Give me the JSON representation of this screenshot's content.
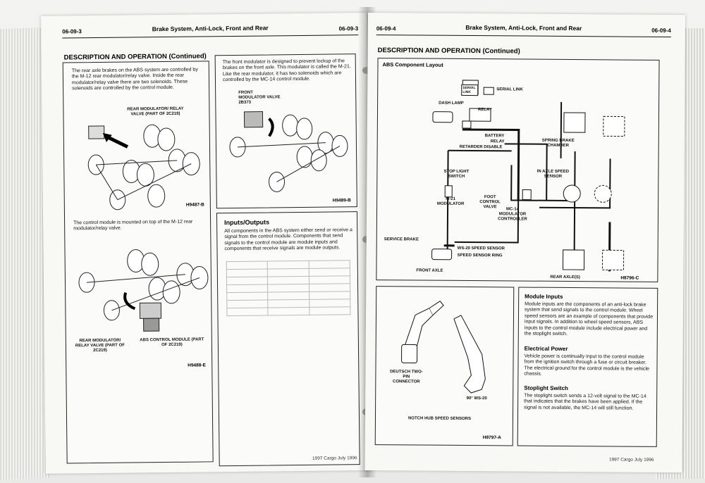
{
  "left": {
    "header_left": "06-09-3",
    "header_center": "Brake System, Anti-Lock, Front and Rear",
    "header_right": "06-09-3",
    "section_title": "DESCRIPTION AND OPERATION (Continued)",
    "p1": "The rear axle brakes on the ABS system are controlled by the M-12 rear modulator/relay valve. Inside the rear modulator/relay valve there are two solenoids. These solenoids are controlled by the control module.",
    "fig1_label": "REAR MODULATOR/ RELAY VALVE (PART OF 2C219)",
    "fig1_code": "H9487-B",
    "p2": "The control module is mounted on top of the M-12 rear modulator/relay valve.",
    "fig2_label_a": "REAR MODULATOR/ RELAY VALVE (PART OF 2C219)",
    "fig2_label_b": "ABS CONTROL MODULE (PART OF 2C219)",
    "fig2_code": "H9488-E",
    "p3": "The front modulator is designed to prevent lockup of the brakes on the front axle. This modulator is called the M-21. Like the rear modulator, it has two solenoids which are controlled by the MC-14 control module.",
    "fig3_label": "FRONT MODULATOR VALVE 2B373",
    "fig3_code": "H9489-B",
    "io_title": "Inputs/Outputs",
    "io_text": "All components in the ABS system either send or receive a signal from the control module. Components that send signals to the control module are module inputs and components that receive signals are module outputs.",
    "footer": "1997 Cargo July 1996"
  },
  "right": {
    "header_left": "06-09-4",
    "header_center": "Brake System, Anti-Lock, Front and Rear",
    "header_right": "06-09-4",
    "section_title": "DESCRIPTION AND OPERATION (Continued)",
    "layout_title": "ABS Component Layout",
    "labels": {
      "serial_link_box": "SERIAL LINK",
      "serial_link": "SERIAL LINK",
      "dash_lamp": "DASH LAMP",
      "relay": "RELAY",
      "battery": "BATTERY",
      "relay2": "RELAY",
      "retarder": "RETARDER DISABLE",
      "spring_brake": "SPRING BRAKE CHAMBER",
      "in_axle": "IN AXLE SPEED SENSOR",
      "stop_light": "STOP LIGHT SWITCH",
      "m21": "M-21 MODULATOR",
      "foot_valve": "FOOT CONTROL VALVE",
      "mc14": "MC-14 MODULATOR CONTROLLER",
      "service_brake": "SERVICE BRAKE",
      "ws20": "WS-20 SPEED SENSOR",
      "ring": "SPEED SENSOR RING",
      "front_axle": "FRONT AXLE",
      "rear_axle": "REAR AXLE(S)",
      "code": "H8796-C"
    },
    "sensors": {
      "deutsch": "DEUTSCH TWO-PIN CONNECTOR",
      "ws20_90": "90° WS-20",
      "caption": "NOTCH HUB SPEED SENSORS",
      "code": "H8797-A"
    },
    "module_inputs_title": "Module Inputs",
    "module_inputs_text": "Module inputs are the components of an anti-lock brake system that send signals to the control module. Wheel speed sensors are an example of components that provide input signals. In addition to wheel speed sensors, ABS inputs to the control module include electrical power and the stoplight switch.",
    "power_title": "Electrical Power",
    "power_text": "Vehicle power is continually input to the control module from the ignition switch through a fuse or circuit breaker. The electrical ground for the control module is the vehicle chassis.",
    "stop_title": "Stoplight Switch",
    "stop_text": "The stoplight switch sends a 12-volt signal to the MC-14 that indicates that the brakes have been applied. If the signal is not available, the MC-14 will still function.",
    "footer": "1997 Cargo July 1996"
  }
}
